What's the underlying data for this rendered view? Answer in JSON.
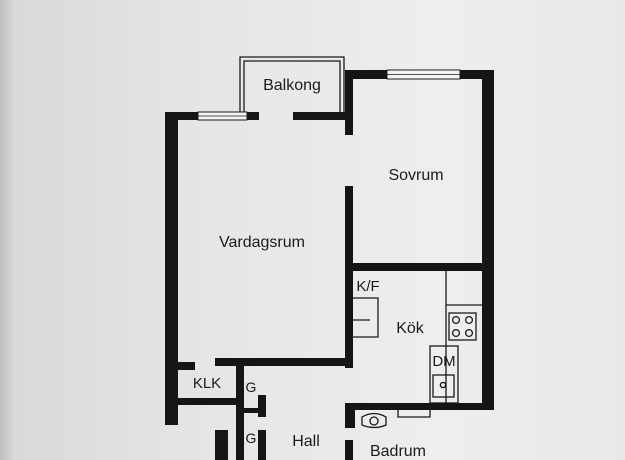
{
  "floorplan": {
    "rooms": {
      "balcony": "Balkong",
      "bedroom": "Sovrum",
      "living_room": "Vardagsrum",
      "fridge_freezer": "K/F",
      "kitchen": "Kök",
      "dishwasher": "DM",
      "closet": "KLK",
      "wardrobe_upper": "G",
      "wardrobe_lower": "G",
      "hall": "Hall",
      "bathroom": "Badrum"
    },
    "colors": {
      "wall": "#151515",
      "paper": "#ececea"
    }
  }
}
